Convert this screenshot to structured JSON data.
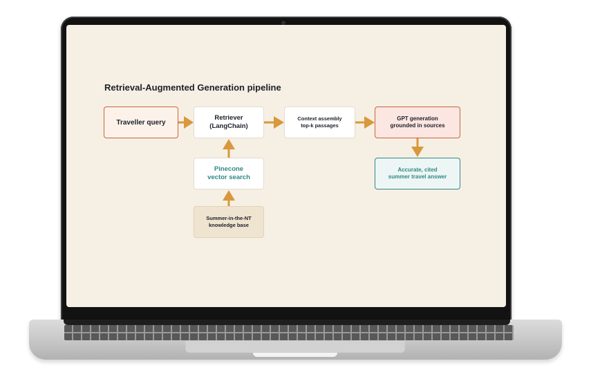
{
  "diagram": {
    "title": "Retrieval-Augmented Generation pipeline",
    "arrow_color": "#d8983b",
    "nodes": {
      "query": {
        "line1": "Traveller query"
      },
      "retriever": {
        "line1": "Retriever",
        "line2": "(LangChain)"
      },
      "context": {
        "line1": "Context assembly",
        "line2": "top-k passages"
      },
      "gpt": {
        "line1": "GPT generation",
        "line2": "grounded in sources"
      },
      "answer": {
        "line1": "Accurate, cited",
        "line2": "summer travel answer"
      },
      "pinecone": {
        "line1": "Pinecone",
        "line2": "vector search"
      },
      "kb": {
        "line1": "Summer-in-the-NT",
        "line2": "knowledge base"
      }
    },
    "edges": [
      {
        "from": "query",
        "to": "retriever"
      },
      {
        "from": "retriever",
        "to": "context"
      },
      {
        "from": "context",
        "to": "gpt"
      },
      {
        "from": "gpt",
        "to": "answer"
      },
      {
        "from": "pinecone",
        "to": "retriever"
      },
      {
        "from": "kb",
        "to": "pinecone"
      }
    ]
  }
}
